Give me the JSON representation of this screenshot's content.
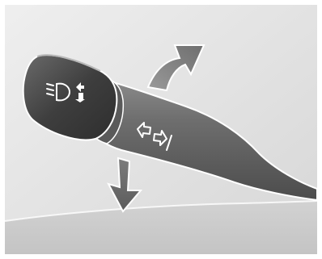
{
  "illustration": {
    "subject": "turn-signal-stalk",
    "icons": [
      "headlight-flasher-icon",
      "turn-signal-arrows-icon"
    ],
    "arrows": [
      "arrow-up",
      "arrow-down"
    ]
  }
}
